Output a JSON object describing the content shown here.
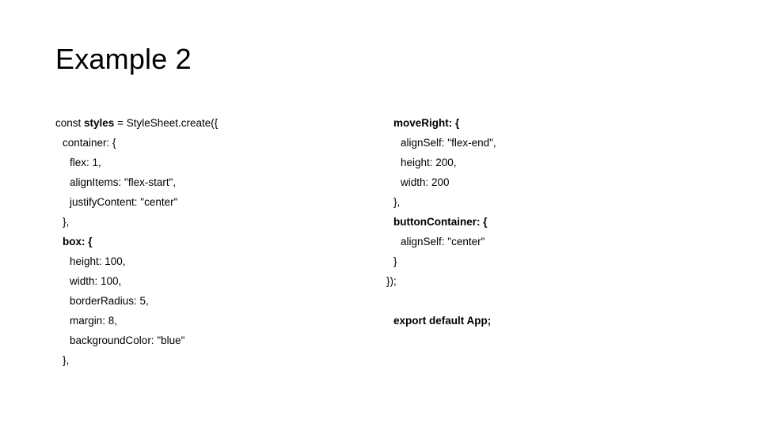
{
  "slide": {
    "title": "Example 2",
    "background_color": "#ffffff",
    "text_color": "#000000"
  },
  "code_left": {
    "lines": [
      {
        "indent": 0,
        "bold_prefix": "",
        "bold": "styles",
        "rest": " = StyleSheet.create({",
        "lead": "const "
      },
      {
        "indent": 1,
        "text": "container: {"
      },
      {
        "indent": 2,
        "text": "flex: 1,"
      },
      {
        "indent": 2,
        "text": "alignItems: \"flex-start\","
      },
      {
        "indent": 2,
        "text": "justifyContent: \"center\""
      },
      {
        "indent": 1,
        "text": "},"
      },
      {
        "indent": 1,
        "text": "box: {",
        "bold_all": true
      },
      {
        "indent": 2,
        "text": "height: 100,"
      },
      {
        "indent": 2,
        "text": "width: 100,"
      },
      {
        "indent": 2,
        "text": "borderRadius: 5,"
      },
      {
        "indent": 2,
        "text": "margin: 8,"
      },
      {
        "indent": 2,
        "text": "backgroundColor: \"blue\""
      },
      {
        "indent": 1,
        "text": "},"
      }
    ],
    "l1": "const ",
    "l1_bold": "styles",
    "l1_rest": " = StyleSheet.create({",
    "l2": "container: {",
    "l3": "flex: 1,",
    "l4": "alignItems: \"flex-start\",",
    "l5": "justifyContent: \"center\"",
    "l6": "},",
    "l7": "box: {",
    "l8": "height: 100,",
    "l9": "width: 100,",
    "l10": "borderRadius: 5,",
    "l11": "margin: 8,",
    "l12": "backgroundColor: \"blue\"",
    "l13": "},"
  },
  "code_right": {
    "r1": "moveRight: {",
    "r2": "alignSelf: \"flex-end\",",
    "r3": "height: 200,",
    "r4": "width: 200",
    "r5": "},",
    "r6": "buttonContainer: {",
    "r7": "alignSelf: \"center\"",
    "r8": "}",
    "r9": "});",
    "r10": "export default App;"
  }
}
